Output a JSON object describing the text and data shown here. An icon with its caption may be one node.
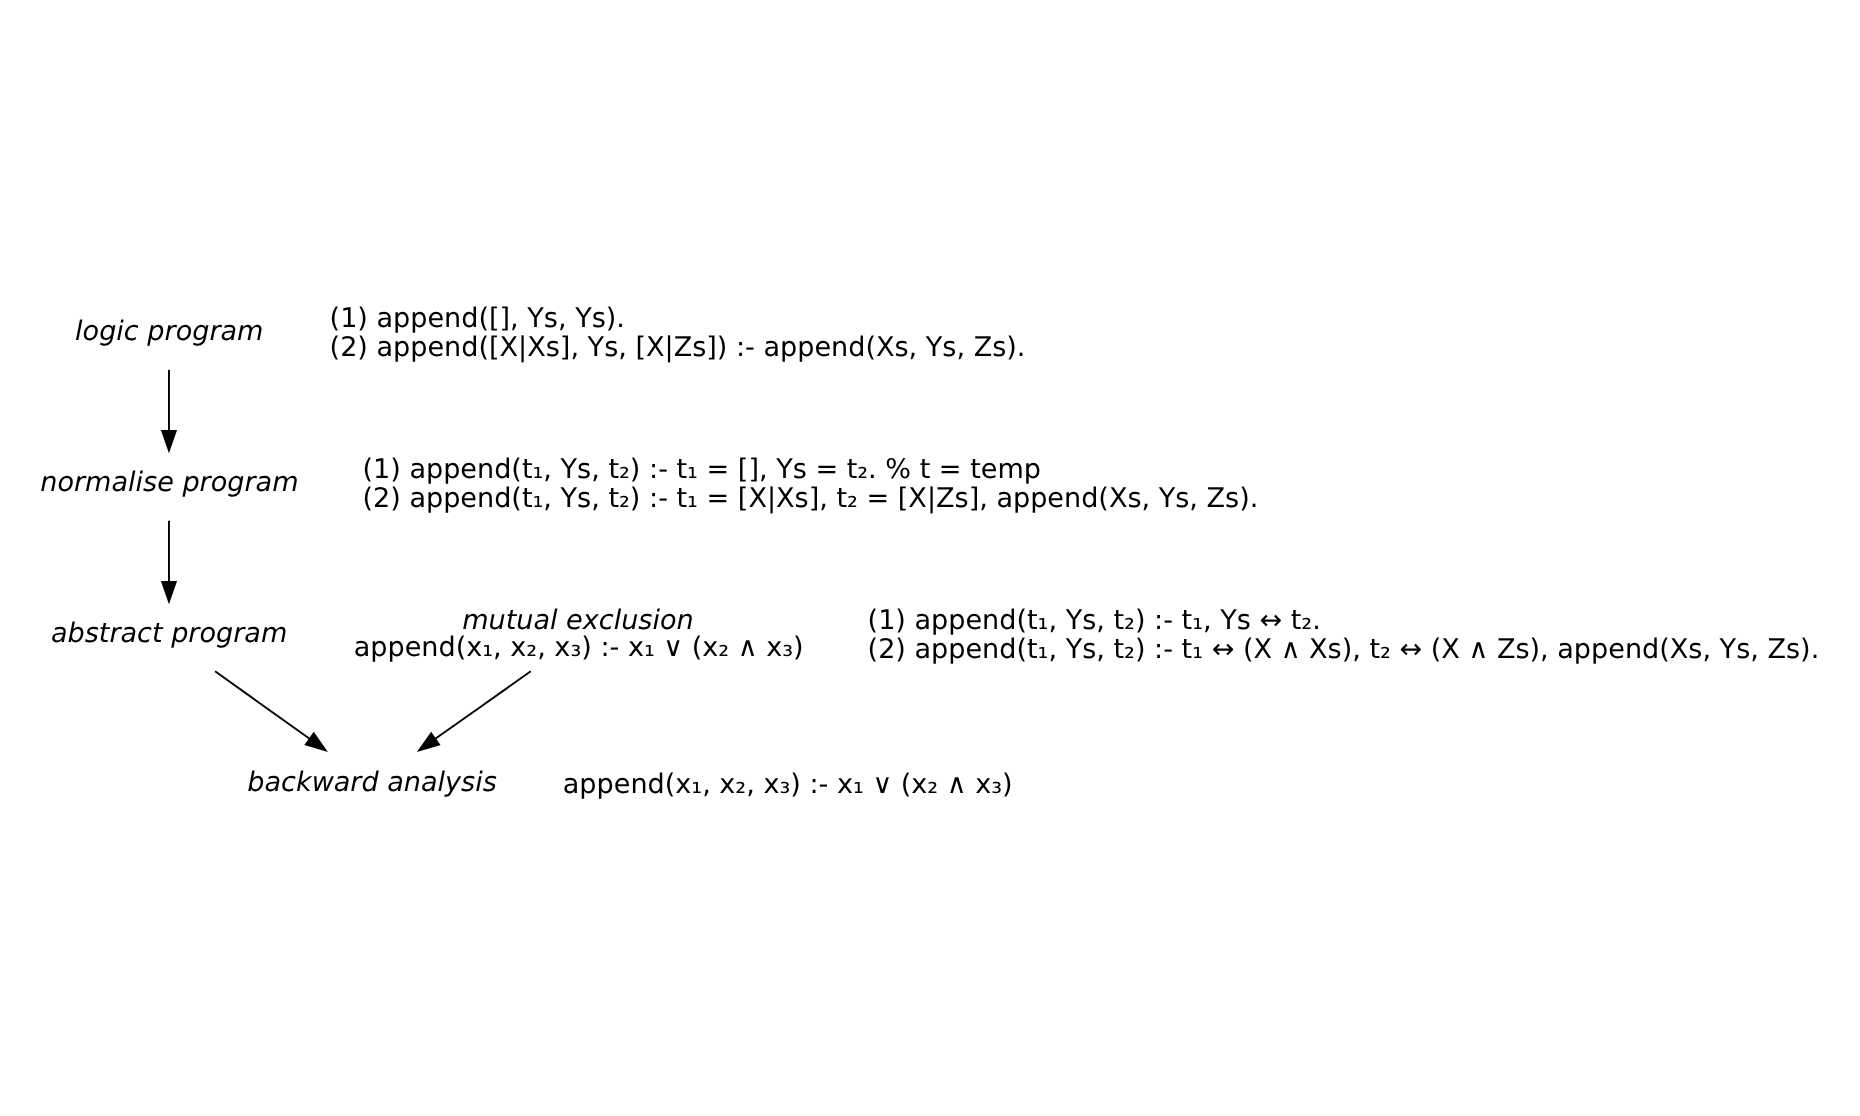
{
  "diagram": {
    "nodes": [
      {
        "text": [
          "logic program"
        ],
        "beside": [
          "(1) append([], Ys, Ys).",
          "(2) append([X|Xs], Ys, [X|Zs]) :- append(Xs, Ys, Zs)."
        ]
      },
      {
        "text": [
          "normalise program"
        ],
        "beside": [
          "(1) append(t₁, Ys, t₂) :- t₁ = [], Ys = t₂. % t = temp",
          "(2) append(t₁, Ys, t₂) :- t₁ = [X|Xs], t₂ = [X|Zs], append(Xs, Ys, Zs)."
        ]
      },
      {
        "text": [
          "abstract program"
        ],
        "beside": [
          "(1) append(t₁, Ys, t₂) :- t₁, Ys ↔ t₂.",
          "(2) append(t₁, Ys, t₂) :- t₁ ↔ (X ∧ Xs), t₂ ↔ (X ∧ Zs), append(Xs, Ys, Zs)."
        ]
      },
      {
        "text": [
          "backward analysis"
        ],
        "beside": [
          "append(x₁, x₂, x₃) :- x₁ ∨ (x₂ ∧ x₃)"
        ]
      },
      {
        "text": [
          "mutual exclusion",
          "append(x₁, x₂, x₃) :- x₁ ∨ (x₂ ∧ x₃)"
        ]
      }
    ],
    "edges": [
      {
        "from": 0,
        "to": 1,
        "arrow": "to"
      },
      {
        "from": 1,
        "to": 2,
        "arrow": "to"
      },
      {
        "from": 2,
        "to": 3,
        "arrow": "to"
      },
      {
        "from": 4,
        "to": 3,
        "arrow": "to"
      }
    ]
  }
}
